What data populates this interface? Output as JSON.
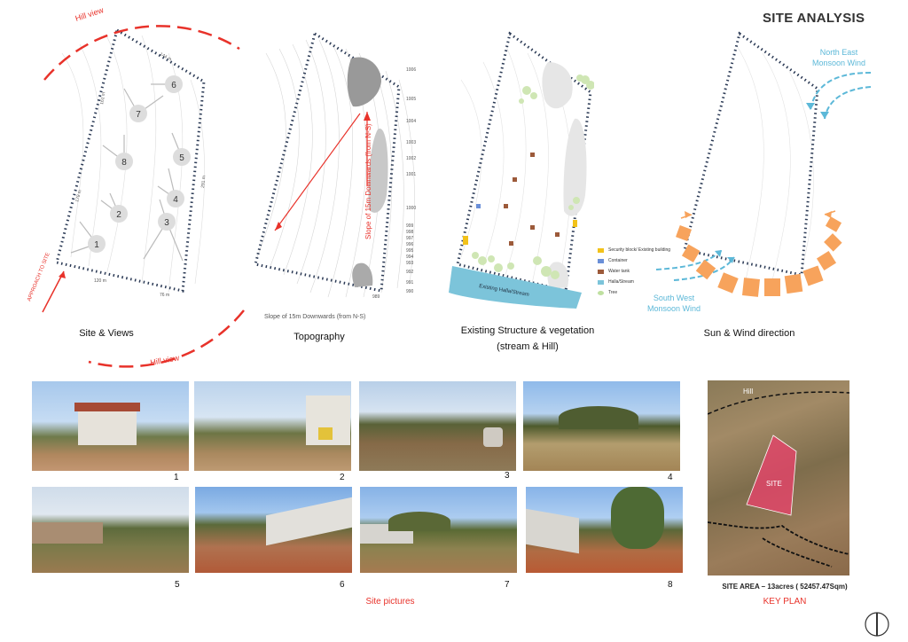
{
  "title": "SITE ANALYSIS",
  "panels": {
    "site_views": {
      "caption": "Site & Views",
      "hill_view_top": "Hill view",
      "hill_view_bottom": "Hill view",
      "approach": "APPROACH TO SITE",
      "dims": {
        "top": "144 m",
        "left_upper": "161 m",
        "left_lower": "179 m",
        "right": "291 m",
        "bottom_left": "120 m",
        "bottom": "76 m"
      },
      "view_points": [
        "1",
        "2",
        "3",
        "4",
        "5",
        "6",
        "7",
        "8"
      ]
    },
    "topography": {
      "caption": "Topography",
      "slope_note": "Slope of 15m Downwards (from N-S)",
      "slope_arrow_label": "Slope of 15m Downwards (from N-S)",
      "contour_levels": [
        "1006",
        "1005",
        "1004",
        "1003",
        "1002",
        "1001",
        "1000",
        "999",
        "998",
        "997",
        "996",
        "995",
        "994",
        "993",
        "992",
        "991",
        "990",
        "989"
      ]
    },
    "existing": {
      "caption_line1": "Existing Structure & vegetation",
      "caption_line2": "(stream & Hill)",
      "stream_label": "Existing Halla/Stream",
      "legend": [
        {
          "label": "Security block/ Existing building",
          "color": "#f2c21a"
        },
        {
          "label": "Container",
          "color": "#6a8fd8"
        },
        {
          "label": "Water tank",
          "color": "#9c5a3a"
        },
        {
          "label": "Halla/Stream",
          "color": "#7cc4da"
        },
        {
          "label": "Tree",
          "color": "#bfe0a0"
        }
      ]
    },
    "sun_wind": {
      "caption": "Sun & Wind direction",
      "ne_wind": "North East Monsoon Wind",
      "sw_wind": "South West Monsoon Wind"
    }
  },
  "photos": {
    "numbers": [
      "1",
      "2",
      "3",
      "4",
      "5",
      "6",
      "7",
      "8"
    ],
    "caption": "Site pictures"
  },
  "key_plan": {
    "hill_label": "Hill",
    "site_label": "SITE",
    "area_text": "SITE AREA – 13acres ( 52457.47Sqm)",
    "caption": "KEY PLAN"
  },
  "colors": {
    "accent_red": "#e8322a",
    "wind_blue": "#5cb8d8",
    "sun_orange": "#f7a35c",
    "boundary": "#2b3a55"
  },
  "icons": {
    "north": "north-arrow-icon"
  }
}
